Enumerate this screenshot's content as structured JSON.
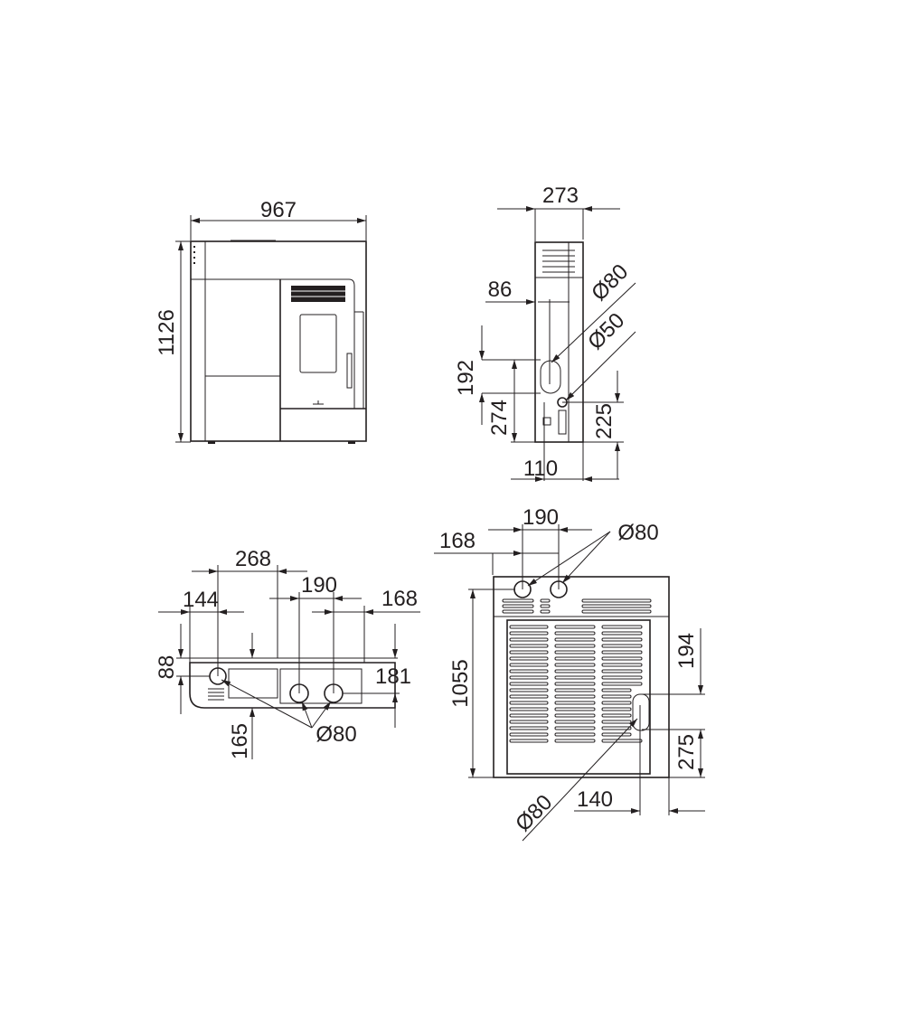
{
  "front_view": {
    "width": "967",
    "height": "1126"
  },
  "side_view": {
    "depth": "273",
    "flue_offset": "86",
    "flue_diameter": "Ø80",
    "air_diameter": "Ø50",
    "flue_height_span": "192",
    "flue_height": "274",
    "air_height": "225",
    "air_offset": "110"
  },
  "top_view": {
    "span_268": "268",
    "span_144": "144",
    "span_190": "190",
    "span_168": "168",
    "depth_88": "88",
    "depth_181": "181",
    "depth_165": "165",
    "diameter": "Ø80"
  },
  "back_view": {
    "span_168": "168",
    "span_190": "190",
    "top_diameter": "Ø80",
    "height": "1055",
    "span_194": "194",
    "span_275": "275",
    "span_140": "140",
    "bottom_diameter": "Ø80"
  },
  "colors": {
    "line": "#231f20",
    "background": "#ffffff"
  }
}
